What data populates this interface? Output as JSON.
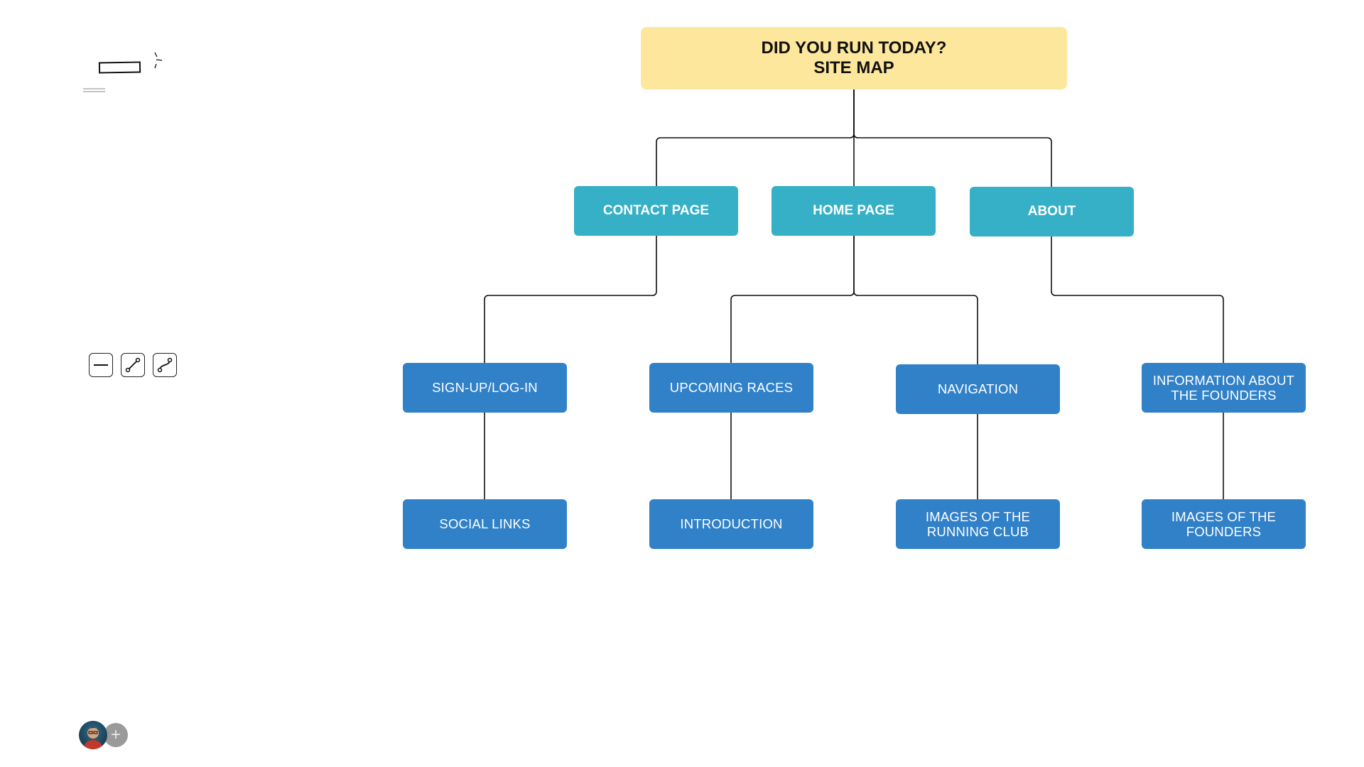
{
  "diagram": {
    "root": {
      "label": "DID YOU RUN TODAY?\nSITE MAP"
    },
    "level1": [
      {
        "label": "CONTACT PAGE"
      },
      {
        "label": "HOME PAGE"
      },
      {
        "label": "ABOUT"
      }
    ],
    "level2": [
      {
        "label": "SIGN-UP/LOG-IN"
      },
      {
        "label": "UPCOMING RACES"
      },
      {
        "label": "NAVIGATION"
      },
      {
        "label": "INFORMATION ABOUT\nTHE FOUNDERS"
      }
    ],
    "level3": [
      {
        "label": "SOCIAL LINKS"
      },
      {
        "label": "INTRODUCTION"
      },
      {
        "label": "IMAGES OF THE\nRUNNING CLUB"
      },
      {
        "label": "IMAGES OF THE\nFOUNDERS"
      }
    ]
  },
  "colors": {
    "root_fill": "#fde79c",
    "level1_fill": "#35b0c7",
    "level2_fill": "#3181c9",
    "connector": "#111111"
  },
  "toolbar": {
    "connector_styles": [
      "straight-line-icon",
      "diagonal-line-icon",
      "curved-line-icon"
    ]
  },
  "collaborators": {
    "avatar_icon": "user-avatar-icon",
    "add_icon": "plus-icon",
    "add_label": "+"
  }
}
